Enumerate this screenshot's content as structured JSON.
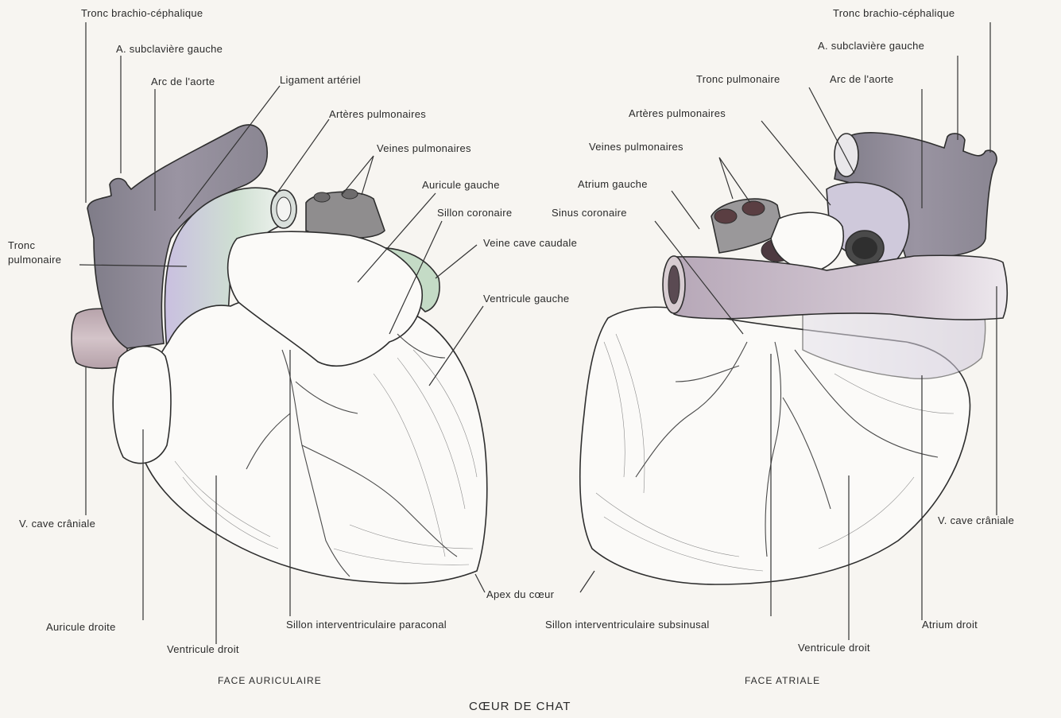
{
  "title": "CŒUR DE CHAT",
  "left_view": {
    "caption": "FACE AURICULAIRE",
    "labels": {
      "tronc_brachio": "Tronc brachio-céphalique",
      "subclaviere": "A. subclavière gauche",
      "arc_aorte": "Arc de l'aorte",
      "ligament": "Ligament artériel",
      "arteres_pulm": "Artères pulmonaires",
      "veines_pulm": "Veines pulmonaires",
      "auricule_gauche": "Auricule gauche",
      "sillon_coronaire": "Sillon coronaire",
      "veine_cave_caudale": "Veine cave caudale",
      "ventricule_gauche": "Ventricule gauche",
      "tronc_pulm_1": "Tronc",
      "tronc_pulm_2": "pulmonaire",
      "v_cave_craniale": "V. cave crâniale",
      "auricule_droite": "Auricule droite",
      "ventricule_droit": "Ventricule droit",
      "sillon_paraconal": "Sillon interventriculaire paraconal",
      "apex": "Apex du cœur"
    }
  },
  "right_view": {
    "caption": "FACE ATRIALE",
    "labels": {
      "tronc_brachio": "Tronc brachio-céphalique",
      "subclaviere": "A. subclavière gauche",
      "tronc_pulm": "Tronc pulmonaire",
      "arc_aorte": "Arc de l'aorte",
      "arteres_pulm": "Artères pulmonaires",
      "veines_pulm": "Veines pulmonaires",
      "atrium_gauche": "Atrium gauche",
      "sinus_coronaire": "Sinus coronaire",
      "v_cave_craniale": "V. cave crâniale",
      "sillon_subsinusal": "Sillon interventriculaire subsinusal",
      "ventricule_droit": "Ventricule droit",
      "atrium_droit": "Atrium droit"
    }
  },
  "colors": {
    "aorta": "#8f8b95",
    "pulmonary_trunk": "#c9c4d6",
    "vena_cava": "#c2adb4",
    "pulm_veins": "#8d8b8c",
    "greenish": "#c6dcc9",
    "heart_fill": "#fbfaf8",
    "ink": "#2e2e2e"
  }
}
